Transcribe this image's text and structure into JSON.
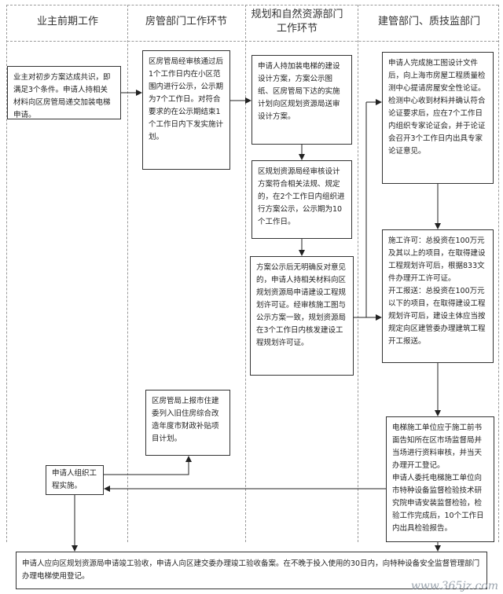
{
  "columns": [
    {
      "title": "业主前期工作"
    },
    {
      "title": "房管部门工作环节"
    },
    {
      "title": "规划和自然资源部门工作环节"
    },
    {
      "title": "建管部门、质技监部门"
    }
  ],
  "boxes": {
    "owner_consensus": "业主对初步方案达成共识，即满足3个条件。申请人持相关材料向区房管局递交加装电梯申请。",
    "housing_review": "区房管局经审核通过后1个工作日内在小区范围内进行公示，公示期为7个工作日。对符合要求的在公示期结束1个工作日内下发实施计划。",
    "planning_submit": "申请人持加装电梯的建设设计方案，方案公示图纸、区房管局下达的实施计划向区规划资源局送审设计方案。",
    "planning_review": "区规划资源局经审核设计方案符合相关法规、规定的，在2个工作日内组织进行方案公示，公示期为10个工作日。",
    "planning_permit": "方案公示后无明确反对意见的，申请人持相关材料向区规划资源局申请建设工程规划许可证。经审核施工图与公示方案一致，规划资源局在3个工作日内核发建设工程规划许可证。",
    "design_review": "申请人完成施工图设计文件后，向上海市房屋工程质量检测中心提请房屋安全性论证。检测中心收到材料并确认符合论证要求后，应在7个工作日内组织专家论证会，并于论证会召开3个工作日内出具专家论证意见。",
    "construction_permit_1": "施工许可：总投资在100万元及其以上的项目，在取得建设工程规划许可后，根据833文件办理开工许可证。",
    "construction_permit_2": "开工报送：总投资在100万元以下的项目，在取得建设工程规划许可后，建设主体应当按规定向区建管委办理建筑工程开工报送。",
    "subsidy": "区房管局上报市住建委列入旧住房综合改造年度市财政补贴项目计划。",
    "organize": "申请人组织工程实施。",
    "elevator_filing_1": "电梯施工单位应于施工前书面告知所在区市场监督局并当场进行资料审核，并当天办理开工登记。",
    "elevator_filing_2": "申请人委托电梯施工单位向市特种设备监督检验技术研究院申请安装监督检验，检验工作完成后，10个工作日内出具检验报告。",
    "final_acceptance": "申请人应向区规划资源局申请竣工验收，申请人向区建交委办理竣工验收备案。在不晚于投入使用的30日内，向特种设备安全监督管理部门办理电梯使用登记。"
  },
  "watermark": "www.365jz.com"
}
